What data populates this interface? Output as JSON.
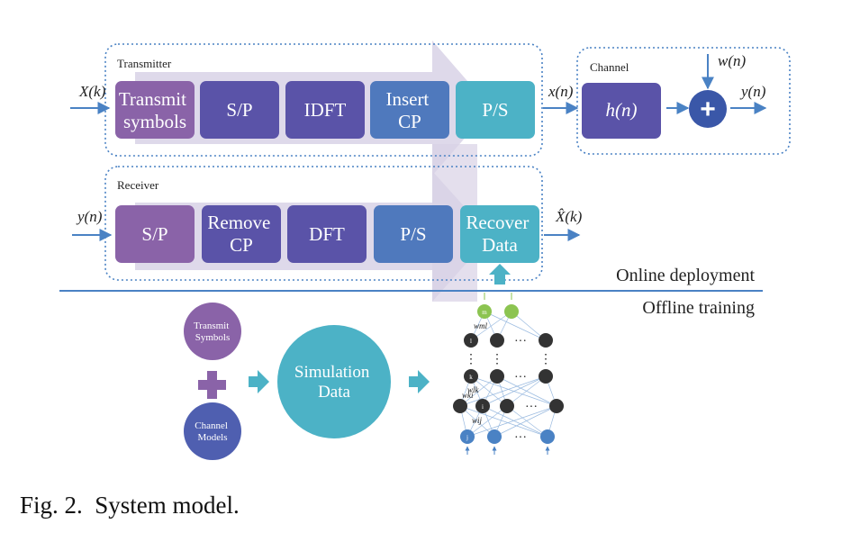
{
  "colors": {
    "purple": "#8a63a8",
    "indigo": "#5a53a8",
    "blue_mid": "#4f6fb5",
    "steel": "#4d8bc6",
    "teal": "#4cb2c6",
    "arrow_blue": "#4a82c4",
    "shadow": "#d8d2e6",
    "nn_green": "#8cc451",
    "nn_dark": "#333333",
    "nn_blue": "#4a82c4"
  },
  "transmitter": {
    "title": "Transmitter",
    "input": "X(k)",
    "output": "x(n)",
    "blocks": [
      "Transmit symbols",
      "S/P",
      "IDFT",
      "Insert CP",
      "P/S"
    ]
  },
  "channel": {
    "title": "Channel",
    "block": "h(n)",
    "noise": "w(n)",
    "output": "y(n)",
    "adder_symbol": "+"
  },
  "receiver": {
    "title": "Receiver",
    "input": "y(n)",
    "output": "X̂(k)",
    "blocks": [
      "S/P",
      "Remove CP",
      "DFT",
      "P/S",
      "Recover Data"
    ]
  },
  "sections": {
    "online": "Online deployment",
    "offline": "Offline training"
  },
  "training": {
    "source1": "Transmit Symbols",
    "source2": "Channel Models",
    "combine_symbol": "+",
    "data": "Simulation Data"
  },
  "network": {
    "output_label": "m",
    "hidden3_label": "l",
    "hidden2_label": "k",
    "hidden1_label": "i",
    "input_label": "j",
    "dots": "···",
    "vdots": "⋮",
    "w_ml": "wml",
    "w_lk": "wlk",
    "w_ki": "wki",
    "w_ij": "wij"
  },
  "caption": "Fig. 2.  System model."
}
